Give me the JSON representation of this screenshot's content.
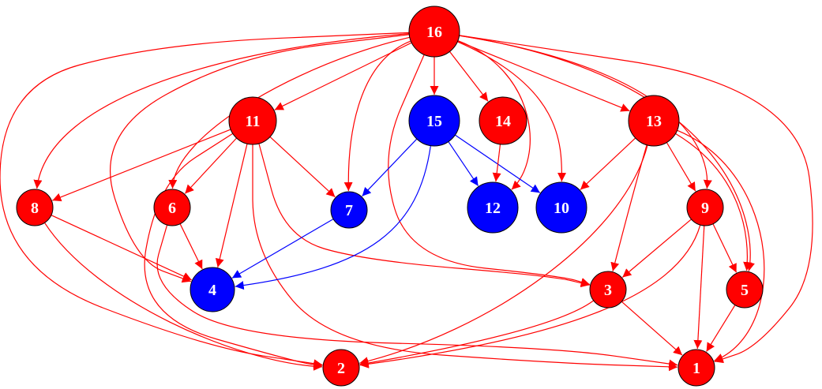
{
  "colors": {
    "red": "#ff0000",
    "blue": "#0000ff",
    "outline": "#000000",
    "label": "#ffffff",
    "background": "#ffffff"
  },
  "nodes": [
    {
      "id": "16",
      "label": "16",
      "color": "red"
    },
    {
      "id": "11",
      "label": "11",
      "color": "red"
    },
    {
      "id": "15",
      "label": "15",
      "color": "blue"
    },
    {
      "id": "14",
      "label": "14",
      "color": "red"
    },
    {
      "id": "13",
      "label": "13",
      "color": "red"
    },
    {
      "id": "8",
      "label": "8",
      "color": "red"
    },
    {
      "id": "6",
      "label": "6",
      "color": "red"
    },
    {
      "id": "7",
      "label": "7",
      "color": "blue"
    },
    {
      "id": "12",
      "label": "12",
      "color": "blue"
    },
    {
      "id": "10",
      "label": "10",
      "color": "blue"
    },
    {
      "id": "9",
      "label": "9",
      "color": "red"
    },
    {
      "id": "4",
      "label": "4",
      "color": "blue"
    },
    {
      "id": "3",
      "label": "3",
      "color": "red"
    },
    {
      "id": "5",
      "label": "5",
      "color": "red"
    },
    {
      "id": "2",
      "label": "2",
      "color": "red"
    },
    {
      "id": "1",
      "label": "1",
      "color": "red"
    }
  ],
  "edges": [
    {
      "from": "16",
      "to": "11",
      "color": "red"
    },
    {
      "from": "16",
      "to": "15",
      "color": "red"
    },
    {
      "from": "16",
      "to": "14",
      "color": "red"
    },
    {
      "from": "16",
      "to": "13",
      "color": "red"
    },
    {
      "from": "16",
      "to": "8",
      "color": "red"
    },
    {
      "from": "16",
      "to": "6",
      "color": "red"
    },
    {
      "from": "16",
      "to": "7",
      "color": "red"
    },
    {
      "from": "16",
      "to": "12",
      "color": "red"
    },
    {
      "from": "16",
      "to": "10",
      "color": "red"
    },
    {
      "from": "16",
      "to": "9",
      "color": "red"
    },
    {
      "from": "16",
      "to": "5",
      "color": "red"
    },
    {
      "from": "16",
      "to": "4",
      "color": "red"
    },
    {
      "from": "16",
      "to": "3",
      "color": "red"
    },
    {
      "from": "16",
      "to": "2",
      "color": "red"
    },
    {
      "from": "16",
      "to": "1",
      "color": "red"
    },
    {
      "from": "11",
      "to": "8",
      "color": "red"
    },
    {
      "from": "11",
      "to": "6",
      "color": "red"
    },
    {
      "from": "11",
      "to": "7",
      "color": "red"
    },
    {
      "from": "11",
      "to": "4",
      "color": "red"
    },
    {
      "from": "11",
      "to": "3",
      "color": "red"
    },
    {
      "from": "11",
      "to": "2",
      "color": "red"
    },
    {
      "from": "11",
      "to": "1",
      "color": "red"
    },
    {
      "from": "15",
      "to": "7",
      "color": "blue"
    },
    {
      "from": "15",
      "to": "12",
      "color": "blue"
    },
    {
      "from": "15",
      "to": "10",
      "color": "blue"
    },
    {
      "from": "15",
      "to": "4",
      "color": "blue"
    },
    {
      "from": "14",
      "to": "12",
      "color": "red"
    },
    {
      "from": "13",
      "to": "10",
      "color": "red"
    },
    {
      "from": "13",
      "to": "9",
      "color": "red"
    },
    {
      "from": "13",
      "to": "5",
      "color": "red"
    },
    {
      "from": "13",
      "to": "3",
      "color": "red"
    },
    {
      "from": "13",
      "to": "2",
      "color": "red"
    },
    {
      "from": "13",
      "to": "1",
      "color": "red"
    },
    {
      "from": "8",
      "to": "4",
      "color": "red"
    },
    {
      "from": "8",
      "to": "2",
      "color": "red"
    },
    {
      "from": "6",
      "to": "4",
      "color": "red"
    },
    {
      "from": "6",
      "to": "1",
      "color": "red"
    },
    {
      "from": "7",
      "to": "4",
      "color": "blue"
    },
    {
      "from": "9",
      "to": "5",
      "color": "red"
    },
    {
      "from": "9",
      "to": "3",
      "color": "red"
    },
    {
      "from": "9",
      "to": "2",
      "color": "red"
    },
    {
      "from": "9",
      "to": "1",
      "color": "red"
    },
    {
      "from": "3",
      "to": "2",
      "color": "red"
    },
    {
      "from": "3",
      "to": "1",
      "color": "red"
    },
    {
      "from": "5",
      "to": "1",
      "color": "red"
    }
  ]
}
